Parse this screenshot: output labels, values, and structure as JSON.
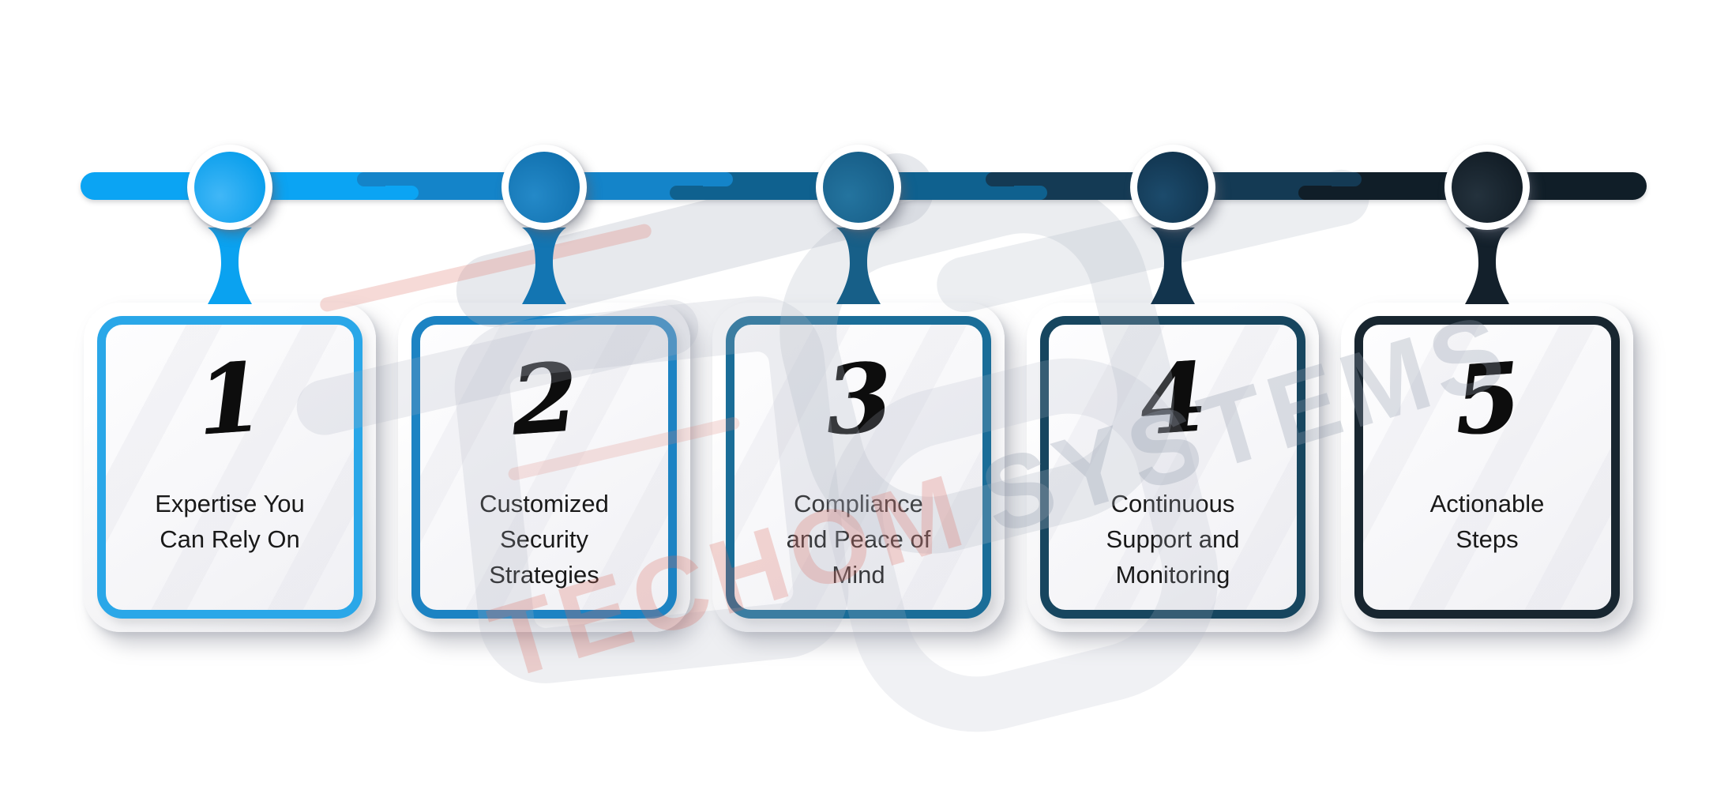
{
  "watermark": {
    "brand_primary": "TECHOM",
    "brand_secondary": "SYSTEMS"
  },
  "timeline": {
    "segments": [
      {
        "color": "#0BA4F3"
      },
      {
        "color": "#1484C9"
      },
      {
        "color": "#0F618F"
      },
      {
        "color": "#143A54"
      },
      {
        "color": "#101E28"
      }
    ]
  },
  "steps": [
    {
      "number": "1",
      "label_lines": [
        "Expertise You",
        "Can Rely On"
      ],
      "circle_top": "#41B7F7",
      "circle_bottom": "#0B9FEC",
      "stem_color": "#0AA2F0",
      "border_color": "#2AA7E8"
    },
    {
      "number": "2",
      "label_lines": [
        "Customized",
        "Security",
        "Strategies"
      ],
      "circle_top": "#2489C8",
      "circle_bottom": "#1272B0",
      "stem_color": "#1375B2",
      "border_color": "#1C83C3"
    },
    {
      "number": "3",
      "label_lines": [
        "Compliance",
        "and Peace of",
        "Mind"
      ],
      "circle_top": "#24749F",
      "circle_bottom": "#175E88",
      "stem_color": "#175F88",
      "border_color": "#1A6D98"
    },
    {
      "number": "4",
      "label_lines": [
        "Continuous",
        "Support and",
        "Monitoring"
      ],
      "circle_top": "#1C4B6C",
      "circle_bottom": "#11344E",
      "stem_color": "#12344D",
      "border_color": "#17465F"
    },
    {
      "number": "5",
      "label_lines": [
        "Actionable",
        "Steps"
      ],
      "circle_top": "#24323D",
      "circle_bottom": "#121D26",
      "stem_color": "#13202B",
      "border_color": "#182630"
    }
  ]
}
